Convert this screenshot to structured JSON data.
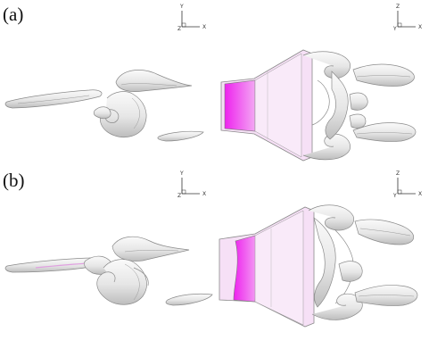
{
  "panels": [
    {
      "label": "(a)",
      "side_axes": {
        "up": "Y",
        "right": "X",
        "origin": "Z"
      },
      "top_axes": {
        "up": "Z",
        "right": "X",
        "origin": "Y"
      }
    },
    {
      "label": "(b)",
      "side_axes": {
        "up": "Y",
        "right": "X",
        "origin": "Z"
      },
      "top_axes": {
        "up": "Z",
        "right": "X",
        "origin": "Y"
      }
    }
  ],
  "colors": {
    "isosurface": "#e9e9e9",
    "isosurface_edge": "#8a8a8a",
    "highlight": "#ee22ee",
    "highlight_light": "#f6d6f6"
  }
}
